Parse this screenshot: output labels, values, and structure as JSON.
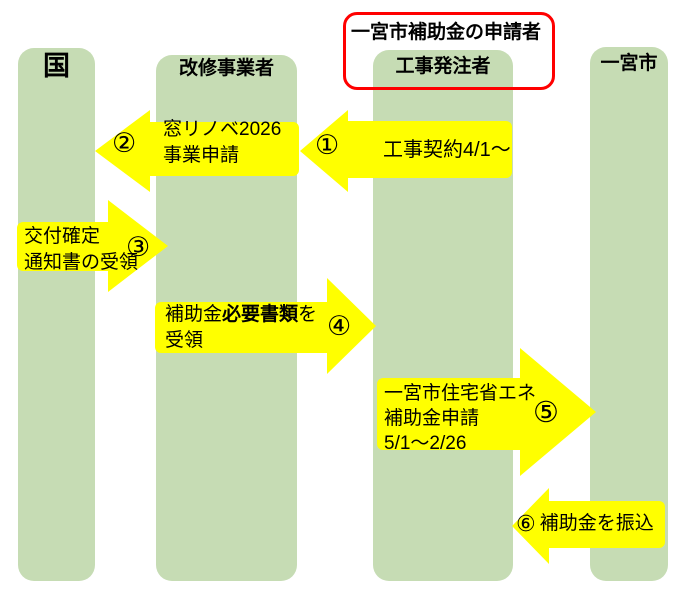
{
  "applicant_box": {
    "title": "一宮市補助金の申請者"
  },
  "columns": [
    {
      "label": "国"
    },
    {
      "label": "改修事業者"
    },
    {
      "label": "工事発注者"
    },
    {
      "label": "一宮市"
    }
  ],
  "arrows": [
    {
      "number": "①",
      "direction": "left",
      "line1": "工事契約4/1～"
    },
    {
      "number": "②",
      "direction": "left",
      "line1": "窓リノベ2026",
      "line2": "事業申請"
    },
    {
      "number": "③",
      "direction": "right",
      "line1": "交付確定",
      "line2": "通知書の受領"
    },
    {
      "number": "④",
      "direction": "right",
      "line1_prefix": "補助金",
      "line1_bold": "必要書類",
      "line1_suffix": "を",
      "line2": "受領"
    },
    {
      "number": "⑤",
      "direction": "right",
      "line1": "一宮市住宅省エネ",
      "line2": "補助金申請",
      "line3": "5/1～2/26"
    },
    {
      "number": "⑥",
      "direction": "left",
      "line1": "補助金を振込"
    }
  ],
  "colors": {
    "column_green": "#c6dcb4",
    "arrow_yellow": "#ffff00",
    "box_red": "#ff0000",
    "text": "#000000"
  }
}
